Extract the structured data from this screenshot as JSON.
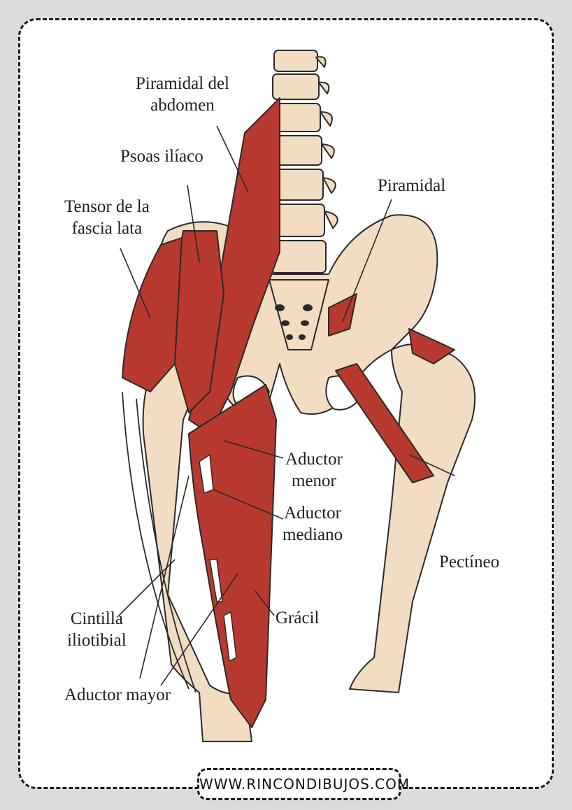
{
  "labels": {
    "piramidal_abdomen": [
      "Piramidal del",
      "abdomen"
    ],
    "psoas": [
      "Psoas ilíaco"
    ],
    "tensor": [
      "Tensor de la",
      "fascia lata"
    ],
    "piramidal": [
      "Piramidal"
    ],
    "aductor_menor": [
      "Aductor",
      "menor"
    ],
    "aductor_mediano": [
      "Aductor",
      "mediano"
    ],
    "pectineo": [
      "Pectíneo"
    ],
    "cintilla": [
      "Cintilla",
      "iliotibial"
    ],
    "gracil": [
      "Grácil"
    ],
    "aductor_mayor": [
      "Aductor mayor"
    ]
  },
  "footer": {
    "url": "WWW.RINCONDIBUJOS.COM"
  },
  "colors": {
    "bone": "#f2dcc2",
    "muscle": "#b8392f",
    "outline": "#2a2a2a",
    "frame": "#1a1a1a",
    "background": "#dcdcdc"
  }
}
